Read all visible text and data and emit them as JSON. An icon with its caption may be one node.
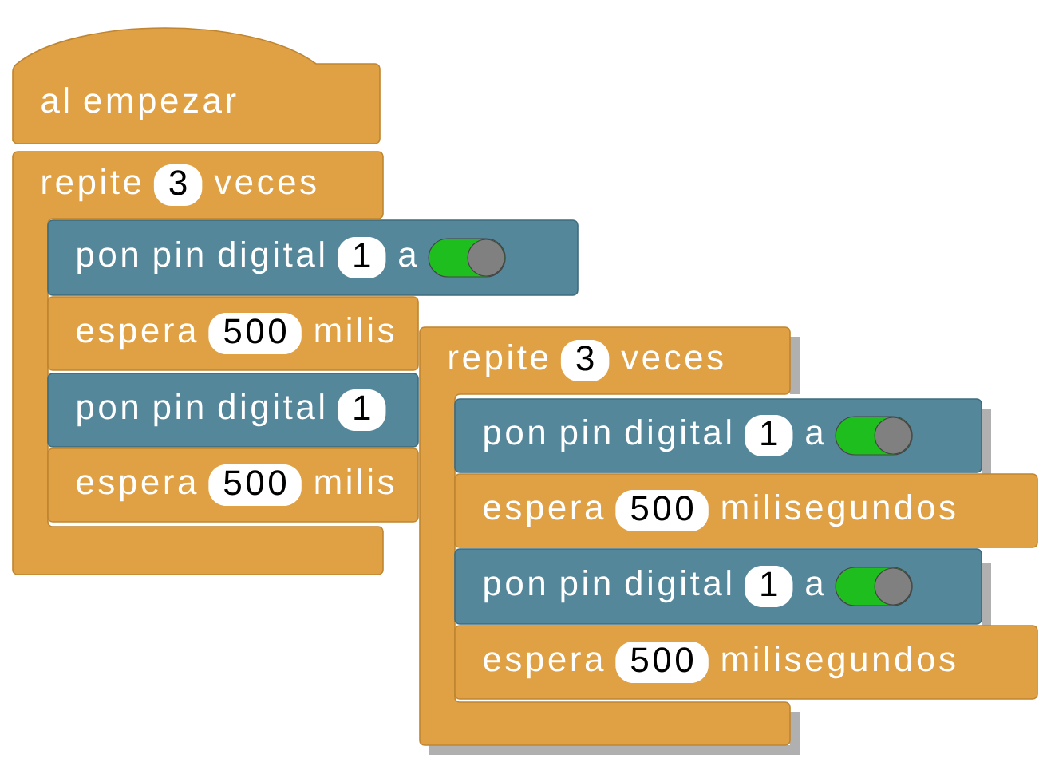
{
  "diagram": {
    "nodes": [
      {
        "text": [
          "al empezar"
        ]
      },
      {
        "text": [
          "repite",
          "3",
          "veces"
        ]
      },
      {
        "text": [
          "pon pin digital",
          "1",
          "a"
        ]
      },
      {
        "text": [
          "espera",
          "500",
          "milis"
        ]
      },
      {
        "text": [
          "pon pin digital",
          "1"
        ]
      },
      {
        "text": [
          "espera",
          "500",
          "milis"
        ]
      },
      {
        "text": [
          "repite",
          "3",
          "veces"
        ]
      },
      {
        "text": [
          "pon pin digital",
          "1",
          "a"
        ]
      },
      {
        "text": [
          "espera",
          "500",
          "milisegundos"
        ]
      },
      {
        "text": [
          "pon pin digital",
          "1",
          "a"
        ]
      },
      {
        "text": [
          "espera",
          "500",
          "milisegundos"
        ]
      }
    ]
  }
}
